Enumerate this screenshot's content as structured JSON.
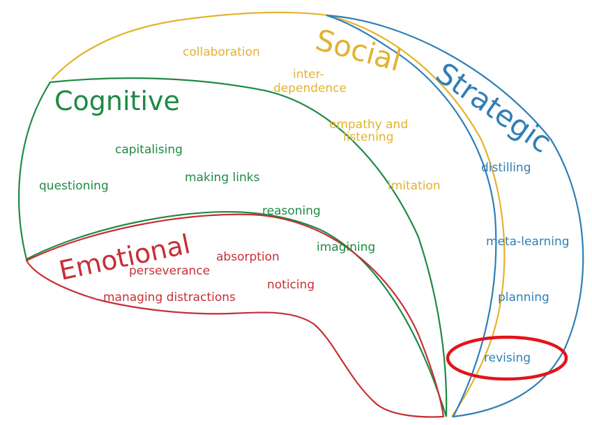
{
  "colors": {
    "social": "#E3B22E",
    "cognitive": "#1E8A43",
    "emotional": "#C62F36",
    "strategic": "#2F7FB5",
    "highlight": "#E3141B"
  },
  "social": {
    "title": "Social",
    "items": [
      "collaboration",
      "inter-",
      "dependence",
      "empathy and",
      "listening",
      "imitation"
    ]
  },
  "cognitive": {
    "title": "Cognitive",
    "items": [
      "capitalising",
      "questioning",
      "making links",
      "reasoning",
      "imagining"
    ]
  },
  "emotional": {
    "title": "Emotional",
    "items": [
      "absorption",
      "perseverance",
      "noticing",
      "managing distractions"
    ]
  },
  "strategic": {
    "title": "Strategic",
    "items": [
      "distilling",
      "meta-learning",
      "planning",
      "revising"
    ]
  }
}
